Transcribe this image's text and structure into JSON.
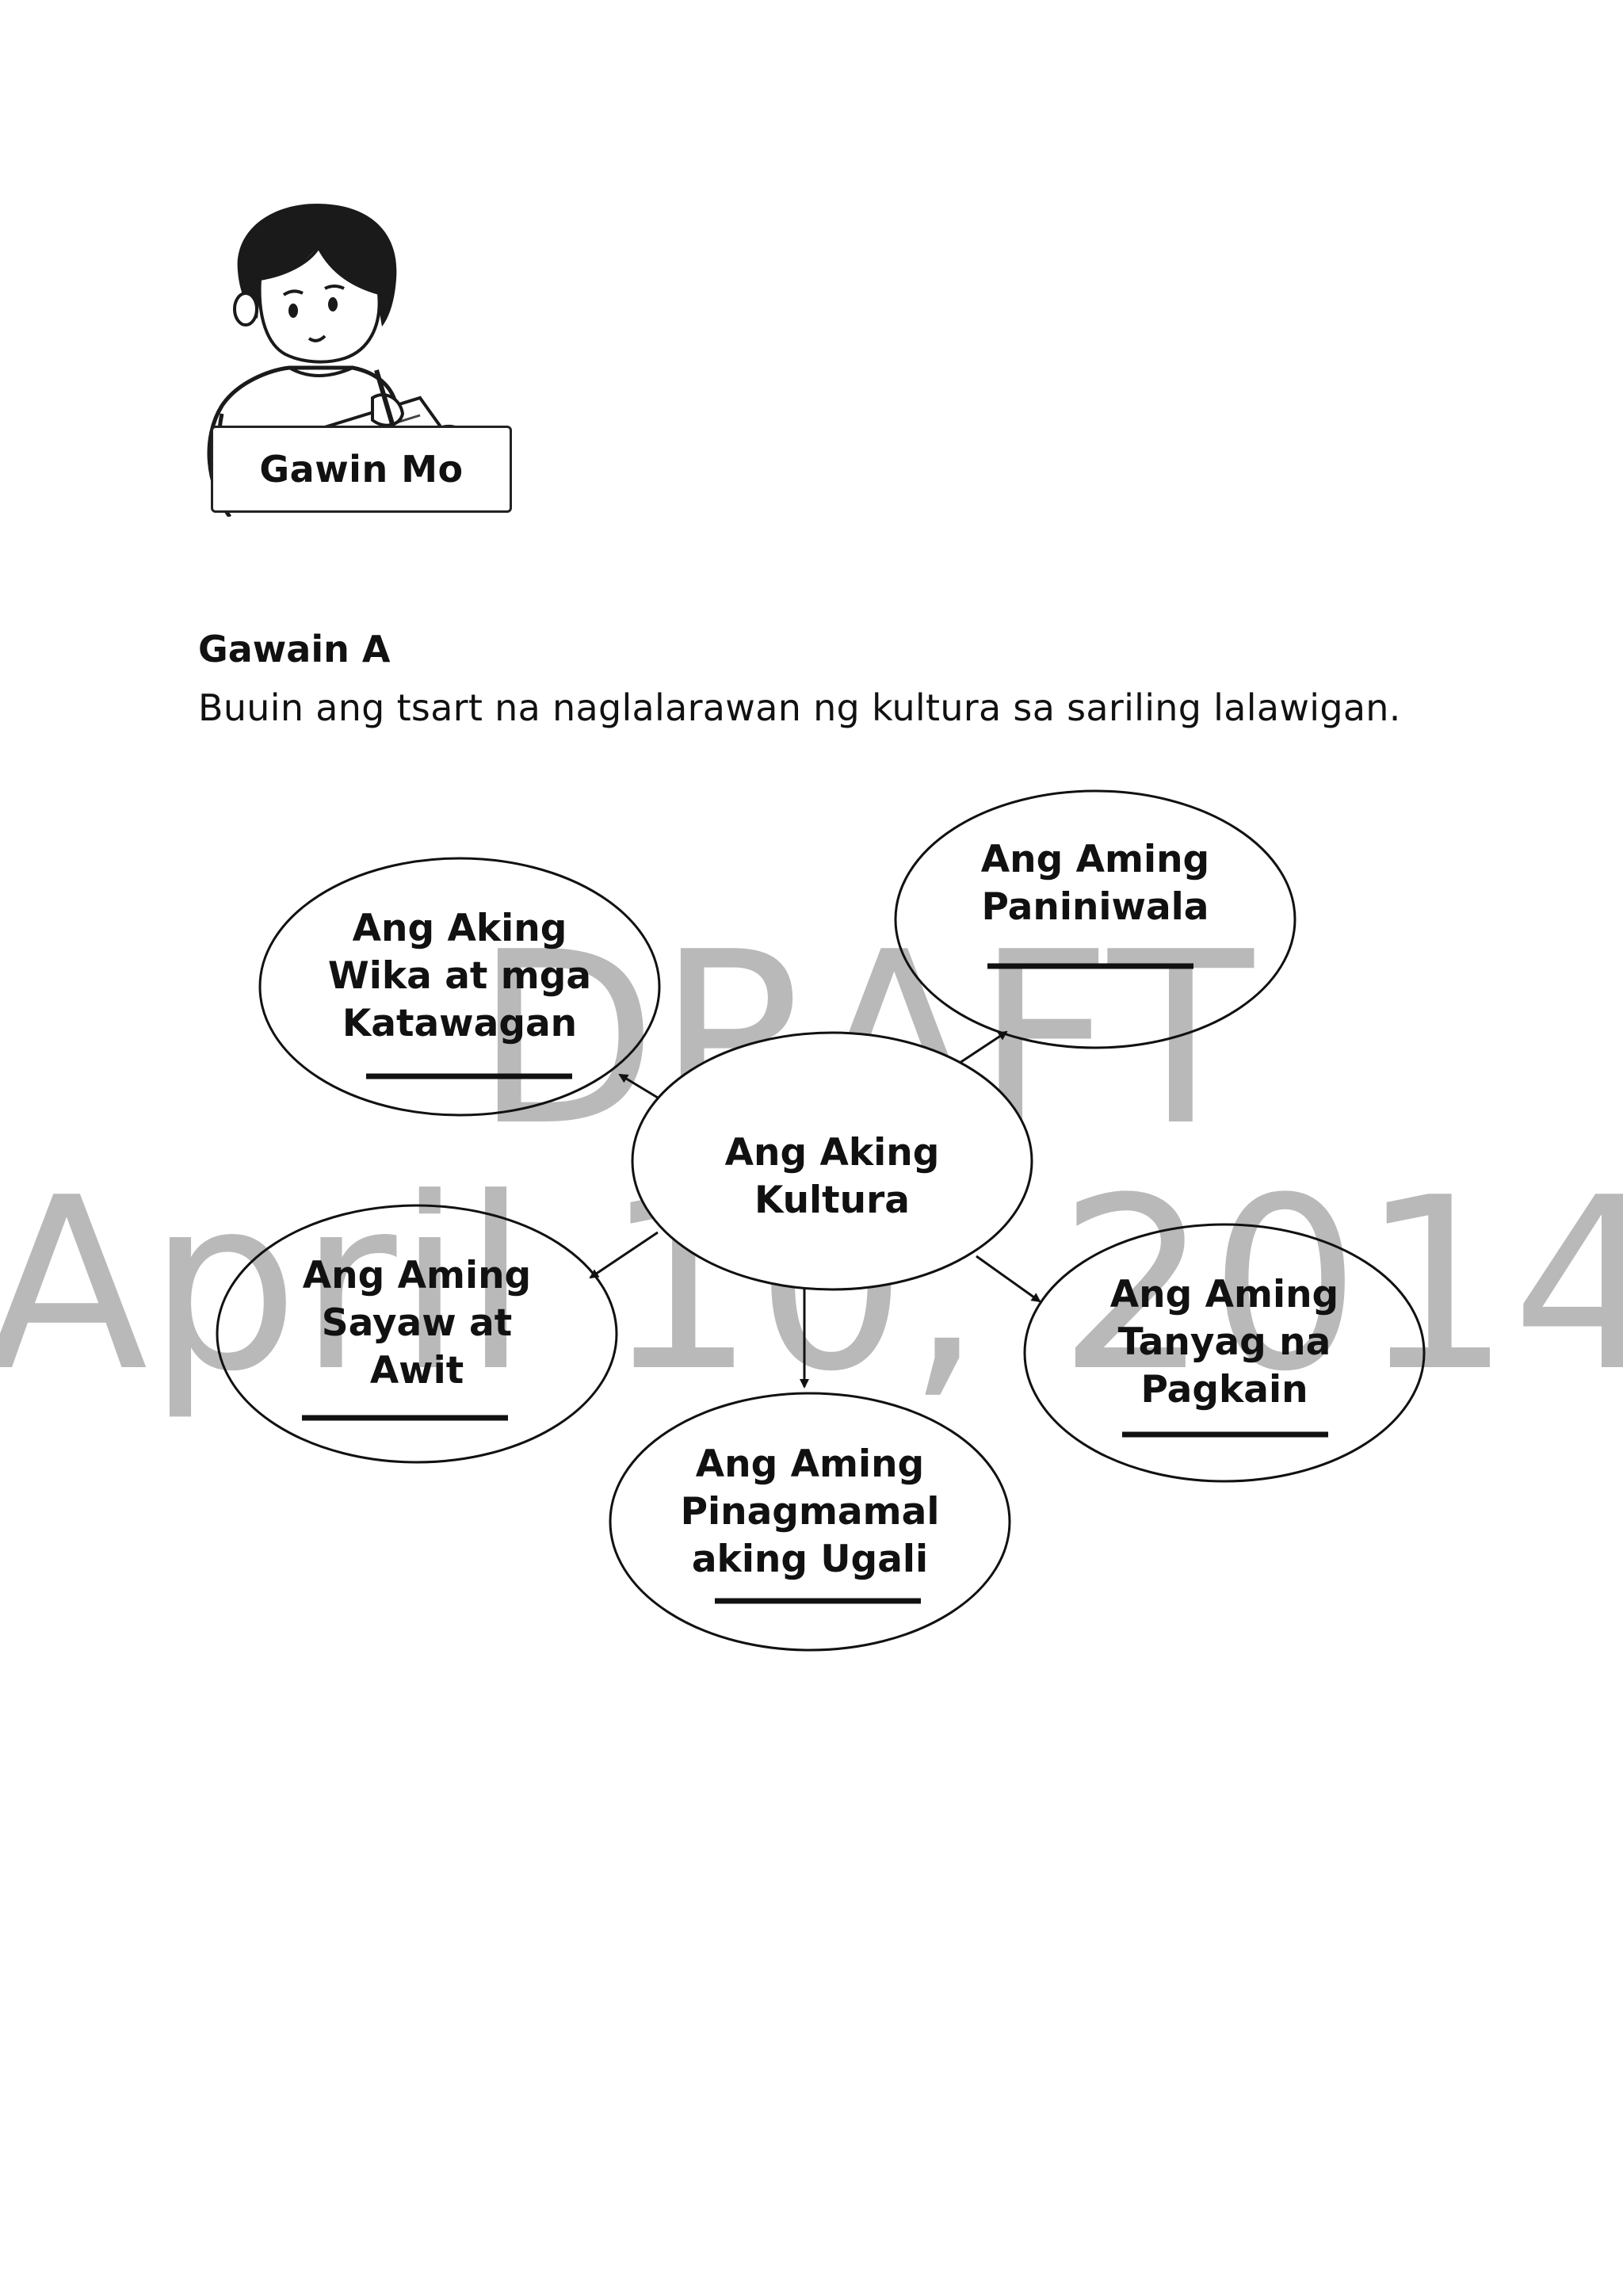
{
  "badge": {
    "label": "Gawin Mo",
    "icon": "boy-writing-icon"
  },
  "watermark": {
    "line1": "DRAFT",
    "line2": "April 10, 2014"
  },
  "activity": {
    "heading": "Gawain A",
    "instruction": "Buuin ang tsart na naglalarawan ng kultura  sa sariling lalawigan."
  },
  "diagram": {
    "center": {
      "lines": [
        "Ang Aking",
        "Kultura"
      ]
    },
    "nodes": [
      {
        "id": "wika",
        "lines": [
          "Ang Aking",
          "Wika at mga",
          "Katawagan"
        ]
      },
      {
        "id": "paniniwala",
        "lines": [
          "Ang Aming",
          "Paniniwala"
        ]
      },
      {
        "id": "sayaw",
        "lines": [
          "Ang Aming",
          "Sayaw at",
          "Awit"
        ]
      },
      {
        "id": "pagkain",
        "lines": [
          "Ang Aming",
          "Tanyag na",
          "Pagkain"
        ]
      },
      {
        "id": "ugali",
        "lines": [
          "Ang Aming",
          "Pinagmamal",
          "aking Ugali"
        ]
      }
    ]
  }
}
